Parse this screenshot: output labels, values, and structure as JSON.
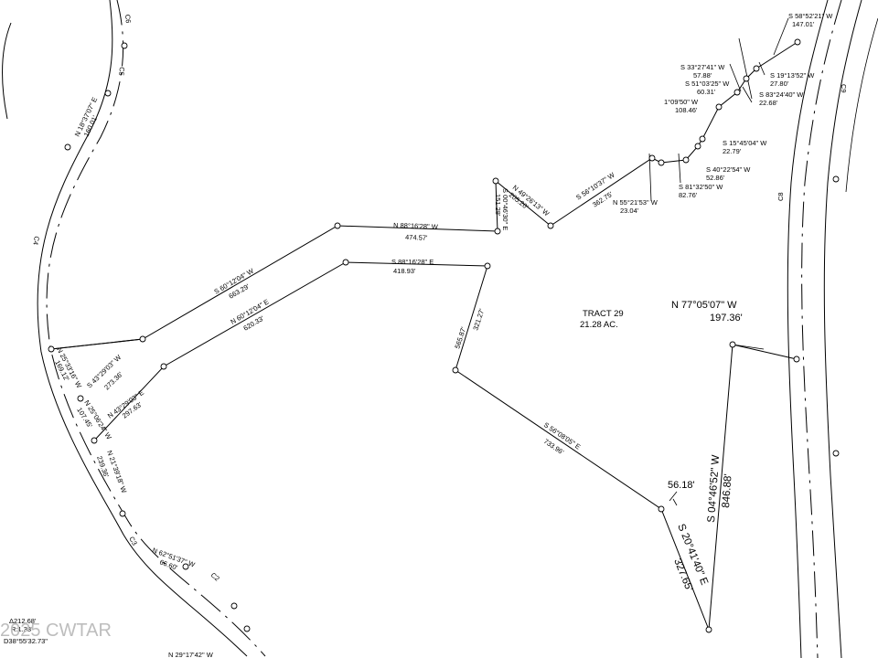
{
  "tract": {
    "name": "TRACT 29",
    "area": "21.28 AC."
  },
  "curves": {
    "c2": "C2",
    "c3": "C3",
    "c4": "C4",
    "c5": "C5",
    "c6": "C6",
    "c8": "C8",
    "c9": "C9"
  },
  "calls": {
    "top_far_right": [
      "S 58°52'21\" W",
      "147.01'"
    ],
    "s33": [
      "S 33°27'41\" W",
      "57.88'"
    ],
    "s19": [
      "S 19°13'52\" W",
      "27.80'"
    ],
    "s51": [
      "S 51°03'25\" W",
      "60.31'"
    ],
    "s83": [
      "S 83°24'40\" W",
      "22.68'"
    ],
    "c1_09": [
      "1°09'50\" W",
      "108.46'"
    ],
    "s15": [
      "S 15°45'04\" W",
      "22.79'"
    ],
    "s40": [
      "S 40°22'54\" W",
      "52.86'"
    ],
    "s81": [
      "S 81°32'50\" W",
      "82.76'"
    ],
    "s56_10": [
      "S 56°10'37\" W",
      "362.75'"
    ],
    "n55": [
      "N 55°21'53\" W",
      "23.04'"
    ],
    "n49": [
      "N 49°26'13\" W",
      "205.20'"
    ],
    "s00": [
      "S 00°46'30\" E",
      "151.28'"
    ],
    "n88": [
      "N 88°16'28\" W",
      "474.57'"
    ],
    "s88": [
      "S 88°16'28\" E",
      "418.93'"
    ],
    "s60_663": [
      "S 60°12'04\" W",
      "663.29'"
    ],
    "n60_620": [
      "N 60°12'04\" E",
      "620.33'"
    ],
    "inner_565": "565.87'",
    "inner_321": "321.27'",
    "s43": [
      "S 43°29'03\" W",
      "273.36'"
    ],
    "n43": [
      "N 43°29'03\" E",
      "297.63'"
    ],
    "n25_top": [
      "N 25°33'16\" W",
      "169.12'"
    ],
    "n25_bot": [
      "N 25°06'24\" W",
      "107.45'"
    ],
    "n21": [
      "N 21°39'18\" W",
      "239.36'"
    ],
    "n62": [
      "N 62°51'37\" W",
      "66.60'"
    ],
    "n18": [
      "N 18°37'07\" E",
      "160.01'"
    ],
    "s56_08": [
      "S 56°08'05\" E",
      "733.96'"
    ],
    "n77": [
      "N 77°05'07\" W",
      "197.36'"
    ],
    "s04": [
      "S 04°46'52\" W",
      "846.88'"
    ],
    "s20": [
      "S 20°41'40\" E",
      "327.65'"
    ],
    "seg_5618": "56.18'",
    "n29": "N 29°17'42\" W"
  },
  "curve_data": [
    "Δ212.68'",
    "R:1.33'",
    "D38°55'32.73\""
  ],
  "watermark": "2025 CWTAR"
}
